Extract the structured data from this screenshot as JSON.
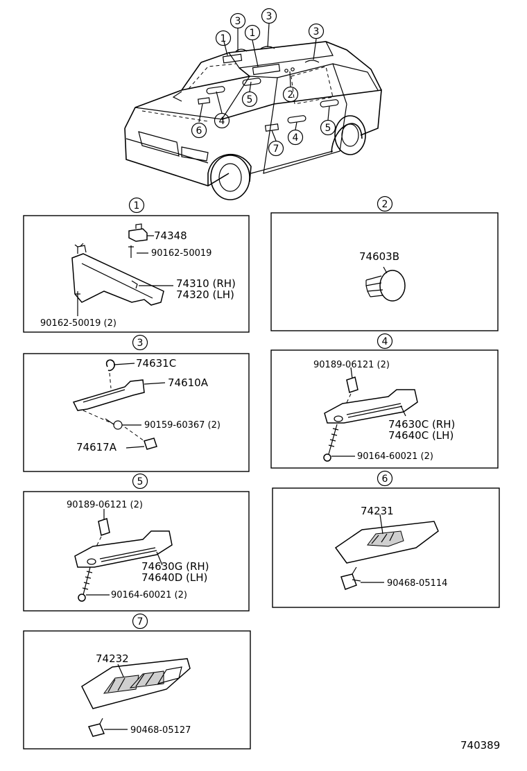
{
  "overview_callouts": {
    "c1a": "1",
    "c3a": "3",
    "c1b": "1",
    "c3b": "3",
    "c3c": "3",
    "c2": "2",
    "c5a": "5",
    "c4a": "4",
    "c6": "6",
    "c7": "7",
    "c4b": "4",
    "c5b": "5"
  },
  "section_labels": {
    "s1": "1",
    "s2": "2",
    "s3": "3",
    "s4": "4",
    "s5": "5",
    "s6": "6",
    "s7": "7"
  },
  "section1": {
    "p1": "74348",
    "p2": "90162-50019",
    "p3": "74310 (RH)",
    "p4": "74320 (LH)",
    "p5": "90162-50019 (2)"
  },
  "section2": {
    "p1": "74603B"
  },
  "section3": {
    "p1": "74631C",
    "p2": "74610A",
    "p3": "90159-60367 (2)",
    "p4": "74617A"
  },
  "section4": {
    "p1": "90189-06121 (2)",
    "p2": "74630C (RH)",
    "p3": "74640C (LH)",
    "p4": "90164-60021 (2)"
  },
  "section5": {
    "p1": "90189-06121 (2)",
    "p2": "74630G (RH)",
    "p3": "74640D (LH)",
    "p4": "90164-60021 (2)"
  },
  "section6": {
    "p1": "74231",
    "p2": "90468-05114"
  },
  "section7": {
    "p1": "74232",
    "p2": "90468-05127"
  },
  "diagram_code": "740389"
}
